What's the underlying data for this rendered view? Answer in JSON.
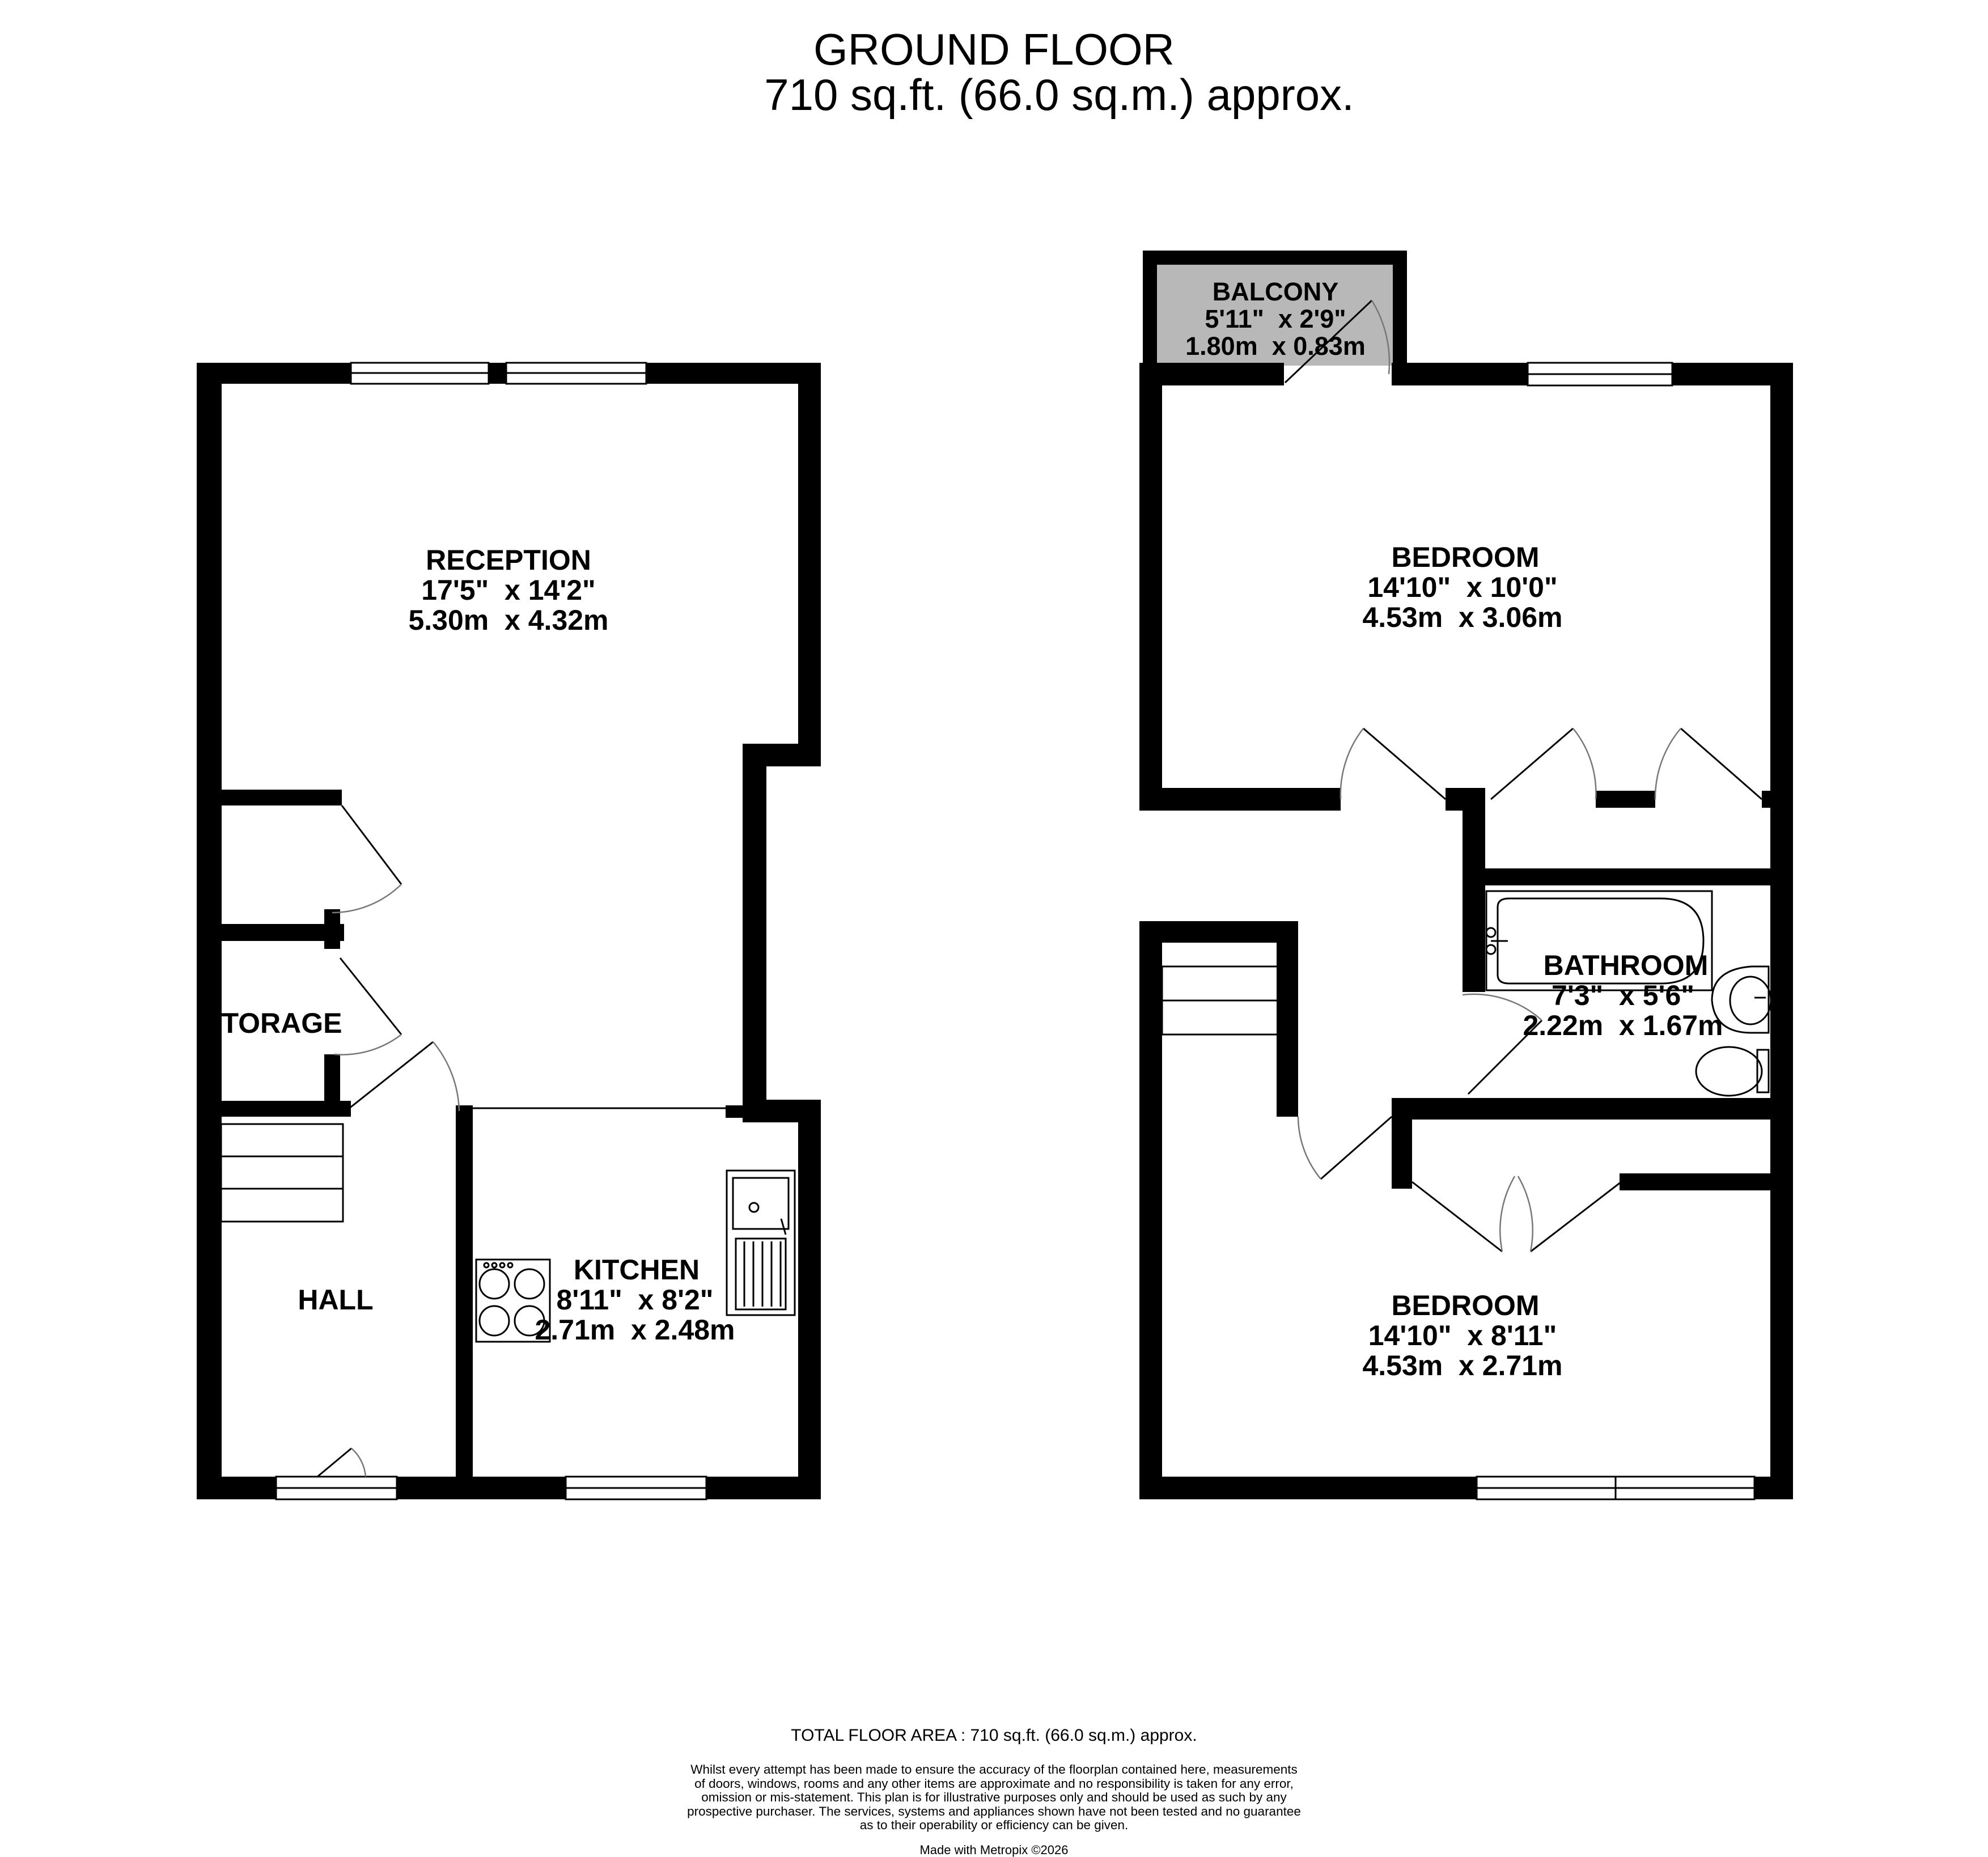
{
  "header": {
    "title": "GROUND FLOOR",
    "area": "710 sq.ft. (66.0 sq.m.) approx."
  },
  "rooms": {
    "reception": {
      "name": "RECEPTION",
      "imperial": "17'5\"  x 14'2\"",
      "metric": "5.30m  x 4.32m"
    },
    "storage": {
      "name": "TORAGE"
    },
    "hall": {
      "name": "HALL"
    },
    "kitchen": {
      "name": "KITCHEN",
      "imperial": "8'11\"  x 8'2\"",
      "metric": "2.71m  x 2.48m"
    },
    "balcony": {
      "name": "BALCONY",
      "imperial": "5'11\"  x 2'9\"",
      "metric": "1.80m  x 0.83m"
    },
    "bedroom1": {
      "name": "BEDROOM",
      "imperial": "14'10\"  x 10'0\"",
      "metric": "4.53m  x 3.06m"
    },
    "bathroom": {
      "name": "BATHROOM",
      "imperial": "7'3\"  x 5'6\"",
      "metric": "2.22m  x 1.67m"
    },
    "bedroom2": {
      "name": "BEDROOM",
      "imperial": "14'10\"  x 8'11\"",
      "metric": "4.53m  x 2.71m"
    }
  },
  "footer": {
    "total_area": "TOTAL FLOOR AREA : 710 sq.ft. (66.0 sq.m.) approx.",
    "disclaimer_lines": [
      "Whilst every attempt has been made to ensure the accuracy of the floorplan contained here, measurements",
      "of doors, windows, rooms and any other items are approximate and no responsibility is taken for any error,",
      "omission or mis-statement. This plan is for illustrative purposes only and should be used as such by any",
      "prospective purchaser. The services, systems and appliances shown have not been tested and no guarantee",
      "as to their operability or efficiency can be given."
    ],
    "made_with": "Made with Metropix ©2026"
  },
  "colors": {
    "wall": "#000000",
    "balcony_fill": "#b8b8b8",
    "background": "#ffffff"
  }
}
